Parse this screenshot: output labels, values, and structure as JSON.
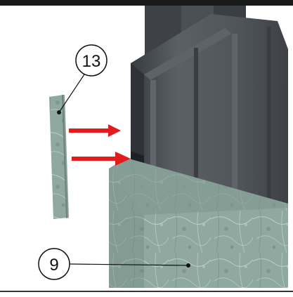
{
  "diagram": {
    "callouts": [
      {
        "id": "13",
        "label": "13",
        "target": "stone-panel"
      },
      {
        "id": "9",
        "label": "9",
        "target": "stone-base-block"
      }
    ],
    "colors": {
      "stone": "#8fa8a0",
      "stone_dark": "#6e8780",
      "stone_shadow": "#5d746d",
      "metal": "#4f5459",
      "metal_light": "#6a7075",
      "metal_dark": "#383c40",
      "arrow": "#e21c1c",
      "frame_bar": "#1a1a1a",
      "leader": "#111111"
    },
    "icons": {
      "arrow": "right-arrow-icon"
    }
  }
}
